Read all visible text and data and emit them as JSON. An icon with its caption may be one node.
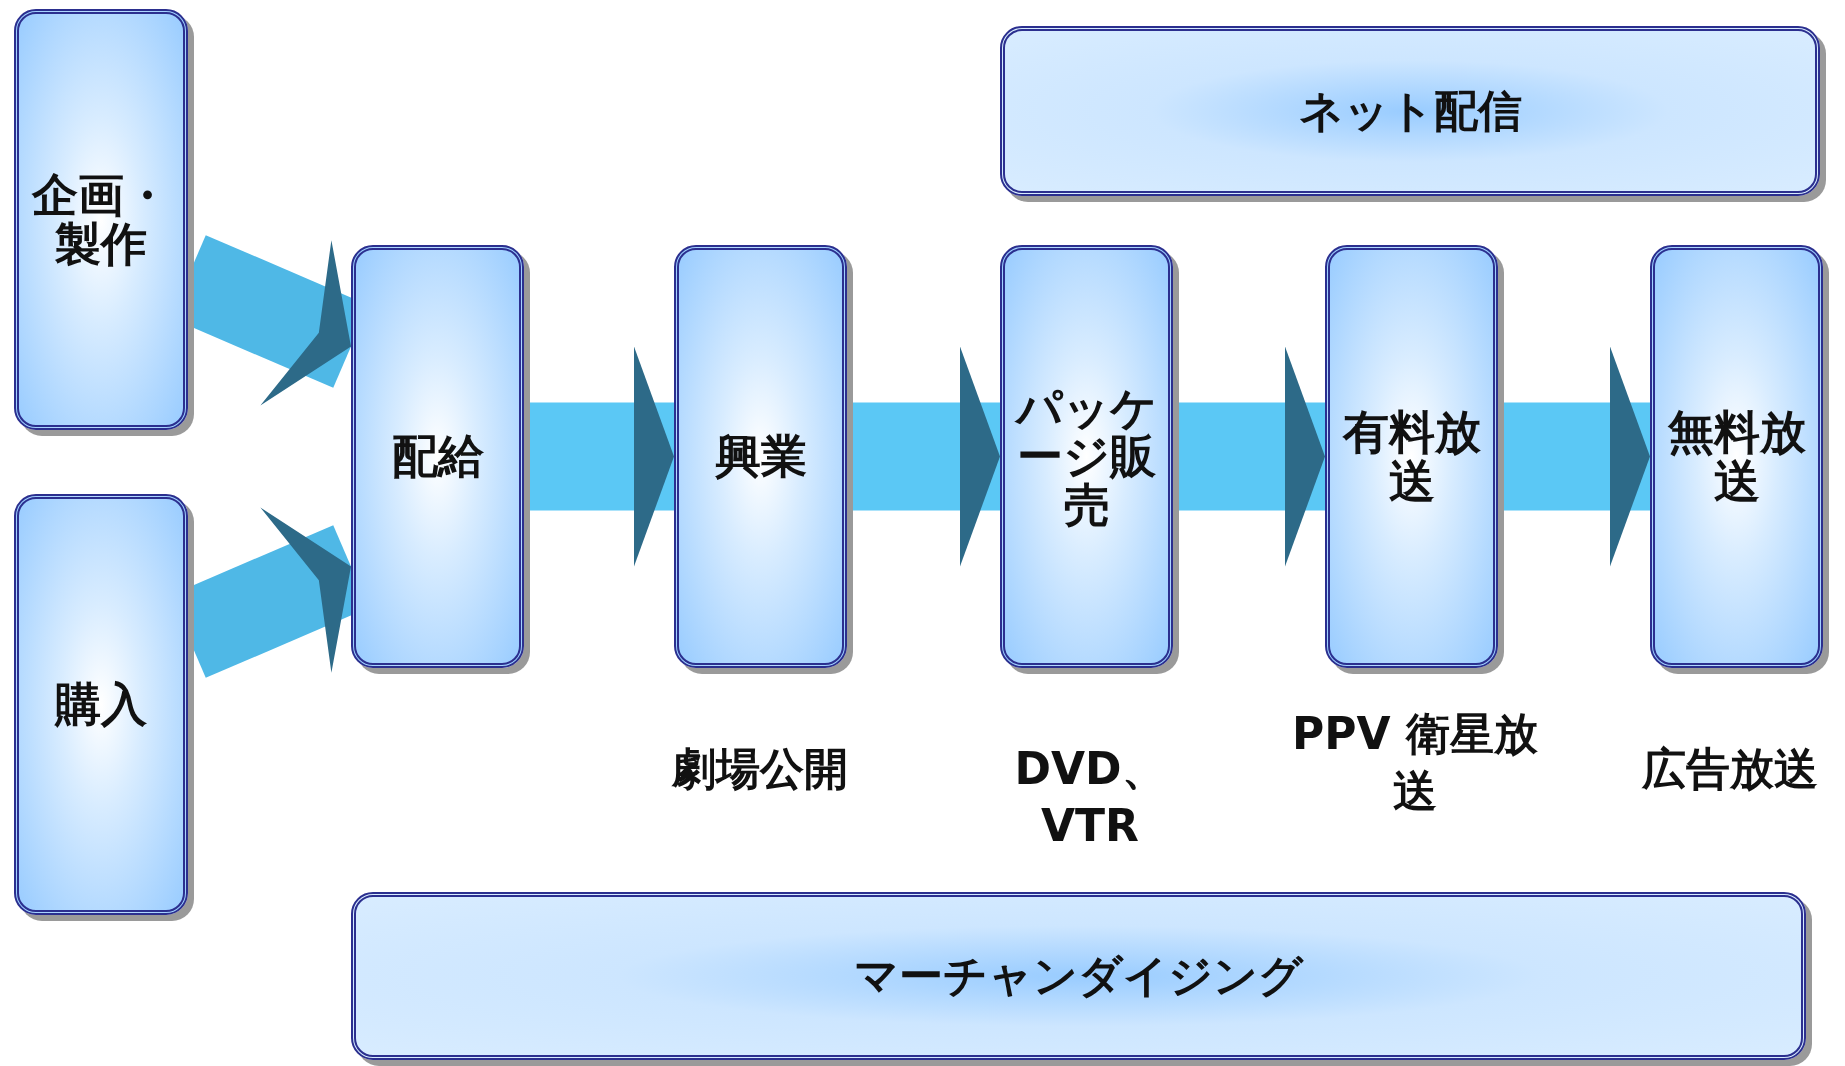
{
  "diagram": {
    "nodes": [
      {
        "text": [
          "企画・製作"
        ]
      },
      {
        "text": [
          "購入"
        ]
      },
      {
        "text": [
          "配給"
        ]
      },
      {
        "text": [
          "興業"
        ],
        "beside": [
          "劇場公開"
        ]
      },
      {
        "text": [
          "パッケージ販売"
        ],
        "beside": [
          "DVD、VTR"
        ]
      },
      {
        "text": [
          "有料放送"
        ],
        "beside": [
          "PPV 衛星放送"
        ]
      },
      {
        "text": [
          "無料放送"
        ],
        "beside": [
          "広告放送"
        ]
      },
      {
        "text": [
          "ネット配信"
        ]
      },
      {
        "text": [
          "マーチャンダイジング"
        ]
      }
    ],
    "edges": [
      {
        "from": 0,
        "to": 2,
        "arrow": "to"
      },
      {
        "from": 1,
        "to": 2,
        "arrow": "to"
      },
      {
        "from": 2,
        "to": 3,
        "arrow": "to"
      },
      {
        "from": 3,
        "to": 4,
        "arrow": "to"
      },
      {
        "from": 4,
        "to": 5,
        "arrow": "to"
      },
      {
        "from": 5,
        "to": 6,
        "arrow": "to"
      }
    ]
  }
}
